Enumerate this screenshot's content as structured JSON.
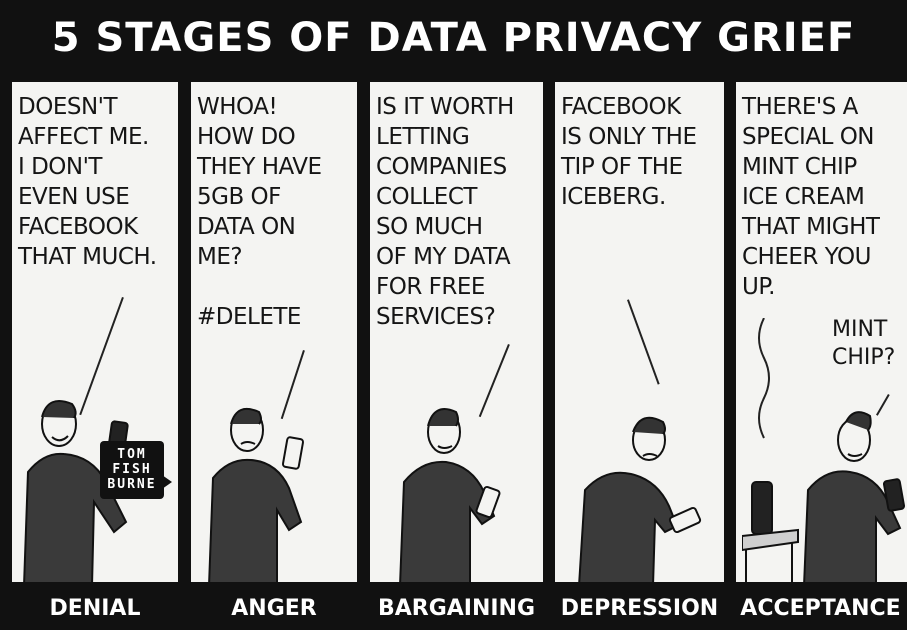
{
  "title": "5 STAGES OF DATA PRIVACY GRIEF",
  "panels": [
    {
      "caption": "DOESN'T\nAFFECT ME.\nI DON'T\nEVEN USE\nFACEBOOK\nTHAT MUCH.",
      "label": "DENIAL"
    },
    {
      "caption": "WHOA!\nHOW DO\nTHEY HAVE\n5GB OF\nDATA ON\nME?\n\n#DELETE",
      "label": "ANGER"
    },
    {
      "caption": "IS IT WORTH\nLETTING\nCOMPANIES\nCOLLECT\nSO MUCH\nOF MY DATA\nFOR FREE\nSERVICES?",
      "label": "BARGAINING"
    },
    {
      "caption": "FACEBOOK\nIS ONLY THE\nTIP OF THE\nICEBERG.",
      "label": "DEPRESSION"
    },
    {
      "caption": "THERE'S A\nSPECIAL ON\nMINT CHIP\nICE CREAM\nTHAT MIGHT\nCHEER YOU\nUP.",
      "label": "ACCEPTANCE"
    }
  ],
  "mint_reply": "MINT\nCHIP?",
  "signature": {
    "line1": "TOM",
    "line2": "FISH",
    "line3": "BURNE"
  },
  "colors": {
    "ink": "#111111",
    "paper": "#f4f4f2",
    "sweater": "#3a3a3a"
  }
}
